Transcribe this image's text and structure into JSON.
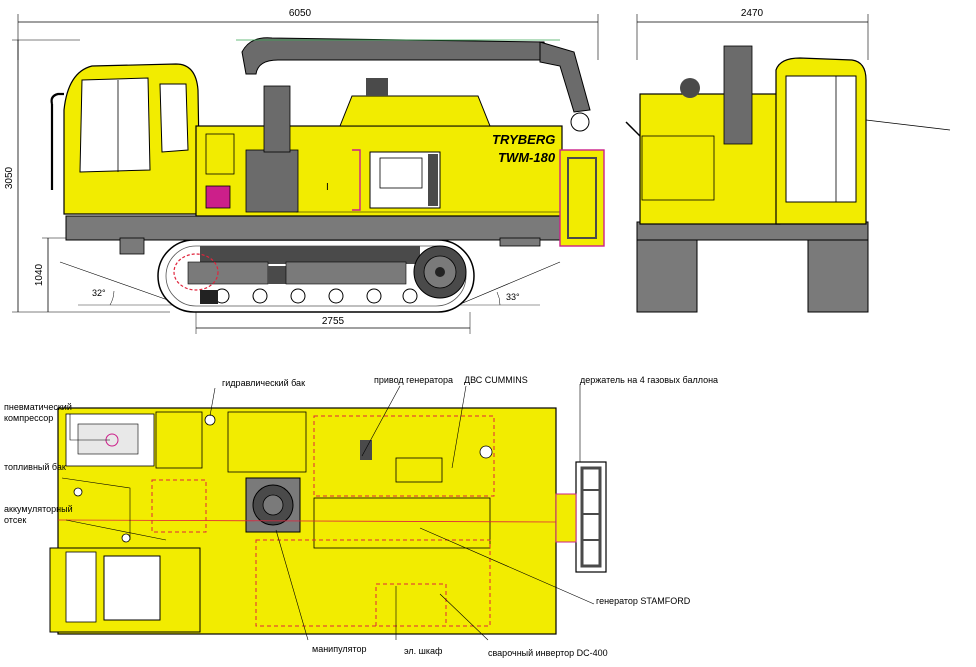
{
  "brand": {
    "name": "TRYBERG",
    "model": "TWM-180"
  },
  "dimensions": {
    "overall_length": "6050",
    "overall_width": "2470",
    "overall_height": "3050",
    "track_height": "1040",
    "track_length": "2755",
    "approach_angle": "32°",
    "departure_angle": "33°"
  },
  "section_mark": "I",
  "labels": {
    "pneumatic_compressor_line1": "пневматический",
    "pneumatic_compressor_line2": "компрессор",
    "fuel_tank": "топливный бак",
    "battery_line1": "аккумуляторный",
    "battery_line2": "отсек",
    "hydraulic_tank": "гидравлический бак",
    "generator_drive": "привод генератора",
    "engine": "ДВС CUMMINS",
    "gas_cylinder_holder": "держатель на 4 газовых баллона",
    "generator": "генератор STAMFORD",
    "manipulator": "манипулятор",
    "electric_cabinet": "эл. шкаф",
    "welding_inverter": "сварочный инвертор DC-400"
  },
  "colors": {
    "body_yellow": "#f2ec00",
    "frame_gray": "#7a7a7a",
    "dark_gray": "#4a4a4a",
    "crane_gray": "#6b6b6b",
    "accent_magenta": "#cc1f8a",
    "accent_red": "#e0243c"
  }
}
